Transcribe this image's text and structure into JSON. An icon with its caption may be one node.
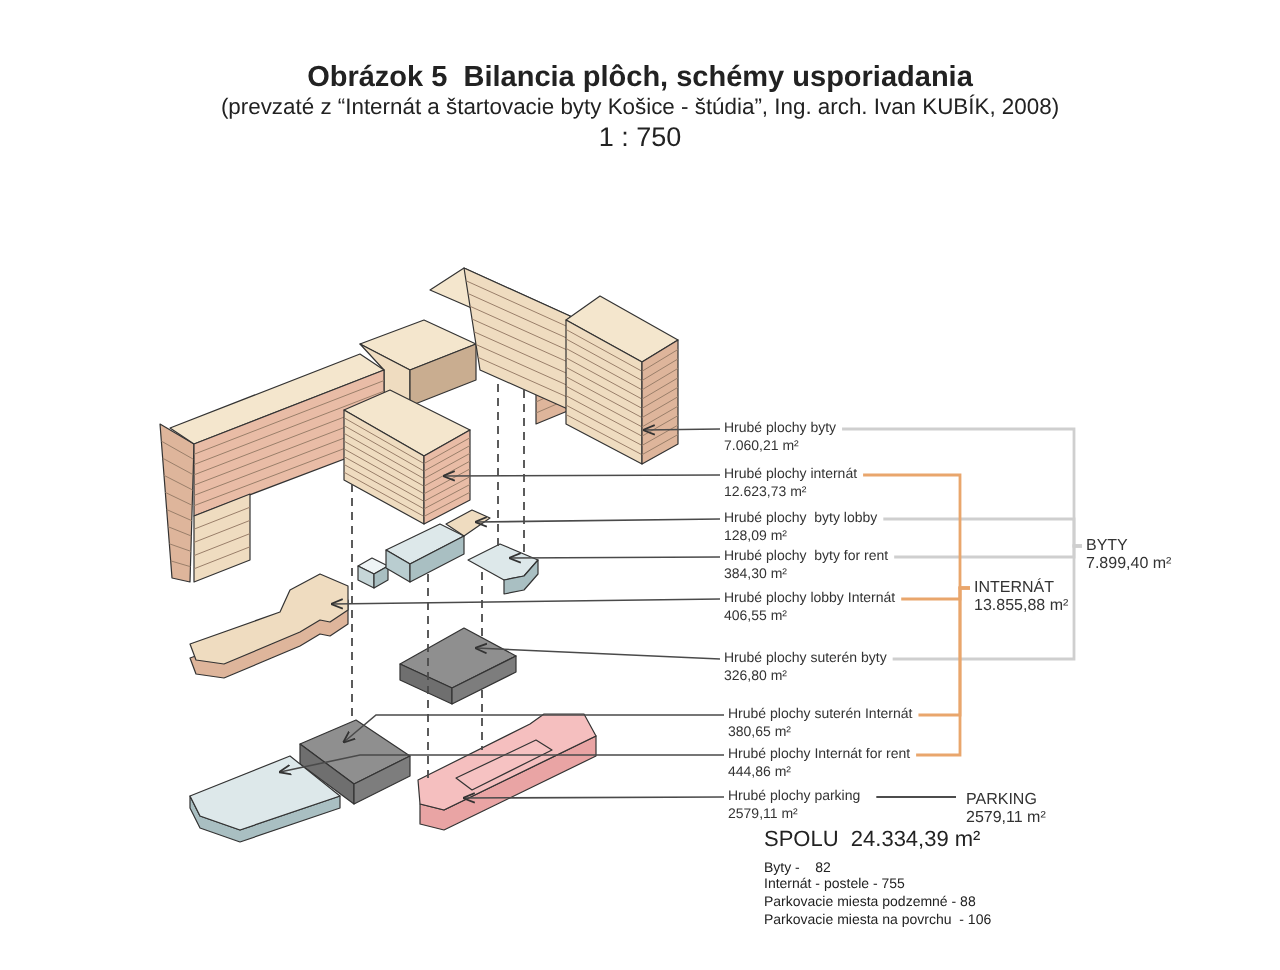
{
  "diagram": {
    "title": "Obrázok 5  Bilancia plôch, schémy usporiadania",
    "nodes": [
      {
        "text": [],
        "shape": "picture"
      },
      {
        "text": [],
        "shape": "picture"
      },
      {
        "text": [],
        "shape": "picture"
      },
      {
        "text": [],
        "shape": "picture"
      },
      {
        "text": [],
        "shape": "picture"
      },
      {
        "text": [],
        "shape": "picture"
      },
      {
        "text": [],
        "shape": "picture"
      },
      {
        "text": [],
        "shape": "picture"
      },
      {
        "text": [],
        "shape": "picture"
      },
      {
        "text": [
          "Hrubé plochy byty",
          "7.060,21 m²"
        ]
      },
      {
        "text": [
          "Hrubé plochy internát",
          "12.623,73 m²"
        ]
      },
      {
        "text": [
          "Hrubé plochy  byty lobby",
          "128,09 m²"
        ]
      },
      {
        "text": [
          "Hrubé plochy  byty for rent",
          "384,30 m²"
        ]
      },
      {
        "text": [
          "Hrubé plochy lobby Internát",
          "406,55 m²"
        ]
      },
      {
        "text": [
          "Hrubé plochy suterén byty",
          "326,80 m²"
        ]
      },
      {
        "text": [
          "Hrubé plochy suterén Internát",
          "380,65 m²"
        ]
      },
      {
        "text": [
          "Hrubé plochy Internát for rent",
          "444,86 m²"
        ]
      },
      {
        "text": [
          "Hrubé plochy parking",
          "2579,11 m²"
        ]
      },
      {
        "text": [
          "BYTY",
          "7.899,40 m²"
        ]
      },
      {
        "text": [
          "INTERNÁT",
          "13.855,88 m²"
        ]
      },
      {
        "text": [
          "PARKING",
          "2579,11 m²"
        ]
      }
    ],
    "edges": [
      {
        "from": 9,
        "to": 0,
        "arrow": "to"
      },
      {
        "from": 10,
        "to": 1,
        "arrow": "to"
      },
      {
        "from": 11,
        "to": 2,
        "arrow": "to"
      },
      {
        "from": 12,
        "to": 3,
        "arrow": "to"
      },
      {
        "from": 13,
        "to": 4,
        "arrow": "to"
      },
      {
        "from": 14,
        "to": 5,
        "arrow": "to"
      },
      {
        "from": 15,
        "to": 6,
        "arrow": "to"
      },
      {
        "from": 16,
        "to": 7,
        "arrow": "to"
      },
      {
        "from": 17,
        "to": 8,
        "arrow": "to"
      },
      {
        "from": 9,
        "to": 18,
        "arrow": "none",
        "color": "#cfcfcf"
      },
      {
        "from": 11,
        "to": 18,
        "arrow": "none",
        "color": "#cfcfcf"
      },
      {
        "from": 12,
        "to": 18,
        "arrow": "none",
        "color": "#cfcfcf"
      },
      {
        "from": 14,
        "to": 18,
        "arrow": "none",
        "color": "#cfcfcf"
      },
      {
        "from": 10,
        "to": 19,
        "arrow": "none",
        "color": "#e9a66c"
      },
      {
        "from": 13,
        "to": 19,
        "arrow": "none",
        "color": "#e9a66c"
      },
      {
        "from": 15,
        "to": 19,
        "arrow": "none",
        "color": "#e9a66c"
      },
      {
        "from": 16,
        "to": 19,
        "arrow": "none",
        "color": "#e9a66c"
      },
      {
        "from": 17,
        "to": 20,
        "arrow": "none",
        "color": "#111111"
      },
      {
        "from": 1,
        "to": 6,
        "arrow": "none",
        "style": "dashed"
      },
      {
        "from": 3,
        "to": 8,
        "arrow": "none",
        "style": "dashed"
      },
      {
        "from": 3,
        "to": 5,
        "arrow": "none",
        "style": "dashed"
      },
      {
        "from": 0,
        "to": 3,
        "arrow": "none",
        "style": "dashed"
      },
      {
        "from": 0,
        "to": 3,
        "arrow": "none",
        "style": "dashed"
      },
      {
        "from": 5,
        "to": 8,
        "arrow": "none",
        "style": "dashed"
      }
    ],
    "labels": [
      "(prevzaté z “Internát a štartovacie byty Košice - štúdia”, Ing. arch. Ivan KUBÍK, 2008)",
      "1 : 750",
      "SPOLU  24.334,39 m²",
      "Byty -    82",
      "Internát - postele - 755",
      "Parkovacie miesta podzemné - 88",
      "Parkovacie miesta na povrchu  - 106"
    ]
  }
}
